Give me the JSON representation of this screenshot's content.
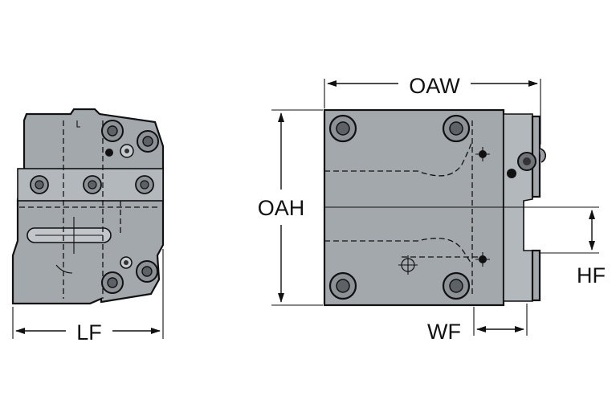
{
  "dimensions": {
    "lf": "LF",
    "oaw": "OAW",
    "oah": "OAH",
    "hf": "HF",
    "wf": "WF"
  },
  "colors": {
    "body": "#a3a8ad",
    "line": "#111111",
    "background": "#ffffff"
  }
}
